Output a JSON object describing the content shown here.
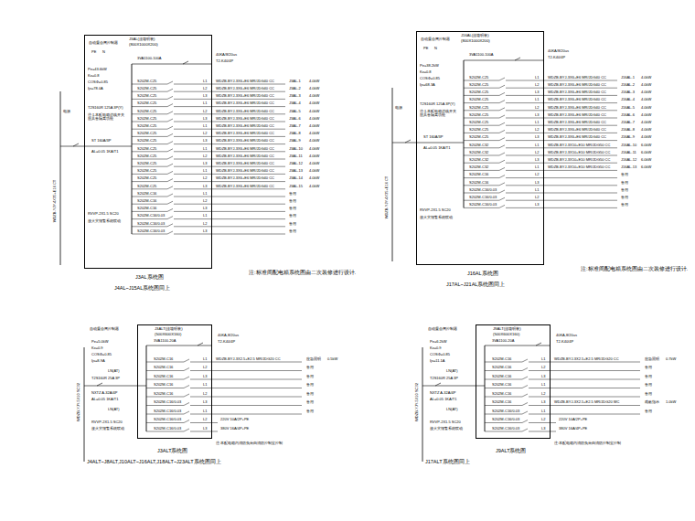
{
  "diagram": {
    "nodes": [
      {
        "text": [
          "J3AL(挂墙明装)",
          "(800X1000X200)"
        ]
      },
      {
        "text": [
          "J16AL(挂墙明装)",
          "(800X1000X200)"
        ]
      },
      {
        "text": [
          "J3ALT(挂墙明装)",
          "(500X600X160)"
        ]
      },
      {
        "text": [
          "J9ALT(挂墙明装)",
          "(500X600X160)"
        ]
      }
    ],
    "labels": [
      "自动重合闸控制器",
      "PE",
      "N",
      "Pe=43.6kW",
      "Kx=0.8",
      "COSΦ=0.85",
      "Ijs=78.0A",
      "T2S160R 125A 3P(Y)",
      "注:1.本配电箱进线开关应具备隔离功能",
      "ST 160A/3P",
      "AL=0.05 1KA/T1",
      "电源",
      "WDZB-YJY-4X35+E16 CT",
      "RVVP-2X1.5 SC20",
      "接火灾报警系统联动",
      "3VA1100-100A",
      "40KA/8/20us",
      "T2-K40/4P",
      "J3AL系统图",
      "J4AL~J15AL系统图同上",
      "注:标准间配电箱系统图由二次装修进行设计.",
      "S202M-C25",
      "L1",
      "WDZB-BYJ-3X6+E6 MR/JDG40 CC",
      "J3AL-1",
      "4.0kW",
      "S202M-C25",
      "L2",
      "WDZB-BYJ-3X6+E6 MR/JDG40 CC",
      "J3AL-2",
      "4.0kW",
      "S202M-C25",
      "L3",
      "WDZB-BYJ-3X6+E6 MR/JDG40 CC",
      "J3AL-3",
      "4.0kW",
      "S202M-C25",
      "L1",
      "WDZB-BYJ-3X6+E6 MR/JDG40 CC",
      "J3AL-4",
      "4.0kW",
      "S202M-C25",
      "L2",
      "WDZB-BYJ-3X6+E6 MR/JDG40 CC",
      "J3AL-5",
      "4.0kW",
      "S202M-C25",
      "L3",
      "WDZB-BYJ-3X6+E6 MR/JDG40 CC",
      "J3AL-6",
      "4.0kW",
      "S202M-C25",
      "L1",
      "WDZB-BYJ-3X6+E6 MR/JDG40 CC",
      "J3AL-7",
      "4.0kW",
      "S202M-C25",
      "L2",
      "WDZB-BYJ-3X6+E6 MR/JDG40 CC",
      "J3AL-8",
      "4.0kW",
      "S202M-C25",
      "L3",
      "WDZB-BYJ-3X6+E6 MR/JDG40 CC",
      "J3AL-9",
      "4.0kW",
      "S202M-C25",
      "L1",
      "WDZB-BYJ-3X6+E6 MR/JDG40 CC",
      "J3AL-10",
      "4.0kW",
      "S202M-C25",
      "L2",
      "WDZB-BYJ-3X6+E6 MR/JDG40 CC",
      "J3AL-11",
      "4.0kW",
      "S202M-C25",
      "L3",
      "WDZB-BYJ-3X6+E6 MR/JDG40 CC",
      "J3AL-12",
      "4.0kW",
      "S202M-C25",
      "L1",
      "WDZB-BYJ-3X6+E6 MR/JDG40 CC",
      "J3AL-13",
      "4.0kW",
      "S202M-C25",
      "L2",
      "WDZB-BYJ-3X6+E6 MR/JDG40 CC",
      "J3AL-14",
      "4.0kW",
      "S202M-C25",
      "L3",
      "WDZB-BYJ-3X6+E6 MR/JDG40 CC",
      "J3AL-15",
      "4.0kW",
      "S202M-C16",
      "L1",
      "备用",
      "S202M-C16",
      "L2",
      "备用",
      "S202M-C16",
      "L3",
      "备用",
      "S202M-C16/0.03",
      "L1",
      "备用",
      "S202M-C16/0.03",
      "L2",
      "备用",
      "S202M-C16/0.03",
      "L3",
      "备用",
      "自动重合闸控制器",
      "PE",
      "N",
      "Pe=38.2kW",
      "Kx=0.8",
      "COSΦ=0.85",
      "Ijs=68.3A",
      "T2S160R 125A 3P(Y)",
      "注:1.本配电箱进线开关应具备隔离功能",
      "ST 160A/3P",
      "AL=0.05 1KA/T1",
      "电源",
      "WDZB-YJY-4X35+E16 CT",
      "RVVP-2X1.5 SC20",
      "接火灾报警系统联动",
      "3VA1100-100A",
      "40KA/8/20us",
      "T2-K40/4P",
      "J16AL系统图",
      "J17AL~J21AL系统图同上",
      "注:标准间配电箱系统图由二次装修进行设计.",
      "S202M-C25",
      "L1",
      "WDZB-BYJ-3X6+E6 MR/JDG40 CC",
      "J16AL-1",
      "4.0kW",
      "S202M-C25",
      "L2",
      "WDZB-BYJ-3X6+E6 MR/JDG40 CC",
      "J16AL-2",
      "4.0kW",
      "S202M-C25",
      "L3",
      "WDZB-BYJ-3X6+E6 MR/JDG40 CC",
      "J16AL-3",
      "4.0kW",
      "S202M-C25",
      "L1",
      "WDZB-BYJ-3X6+E6 MR/JDG40 CC",
      "J16AL-4",
      "4.0kW",
      "S202M-C25",
      "L2",
      "WDZB-BYJ-3X6+E6 MR/JDG40 CC",
      "J16AL-5",
      "4.0kW",
      "S202M-C25",
      "L3",
      "WDZB-BYJ-3X6+E6 MR/JDG40 CC",
      "J16AL-6",
      "4.0kW",
      "S202M-C25",
      "L1",
      "WDZB-BYJ-3X6+E6 MR/JDG40 CC",
      "J16AL-7",
      "4.0kW",
      "S202M-C25",
      "L2",
      "WDZB-BYJ-3X6+E6 MR/JDG40 CC",
      "J16AL-8",
      "4.0kW",
      "S202M-C25",
      "L3",
      "WDZB-BYJ-3X6+E6 MR/JDG40 CC",
      "J16AL-9",
      "4.0kW",
      "S202M-C32",
      "L1",
      "WDZB-BYJ-3X10+E10 MR/JDG50 CC",
      "J16AL-10",
      "6.0kW",
      "S202M-C32",
      "L2",
      "WDZB-BYJ-3X10+E10 MR/JDG50 CC",
      "J16AL-11",
      "6.0kW",
      "S202M-C32",
      "L3",
      "WDZB-BYJ-3X10+E10 MR/JDG50 CC",
      "J16AL-12",
      "6.0kW",
      "S202M-C32",
      "L1",
      "WDZB-BYJ-3X10+E10 MR/JDG50 CC",
      "J16AL-13",
      "6.0kW",
      "S202M-C16",
      "L2",
      "备用",
      "S202M-C16",
      "L3",
      "备用",
      "S202M-C16/0.03",
      "L1",
      "备用",
      "S202M-C16/0.03",
      "L2",
      "备用",
      "S202M-C16/0.03",
      "L3",
      "备用",
      "自动重合闸控制器",
      "Pe=5.0kW",
      "Kx=0.9",
      "COSΦ=0.85",
      "Ijs=8.9A",
      "LN(AT)",
      "T2S160R 25A 3P",
      "NXTZ A-32A/4P",
      "AL=0.05 1KA/T1",
      "LN(AT)",
      "WDZB-YJY-5X10 SC32",
      "RVVP-2X1.5 SC20",
      "接火灾报警系统联动",
      "3VA1100-20A",
      "40KA,8/20us",
      "T2-K40/4P",
      "J3ALT系统图",
      "J4ALT~J8ALT,J10ALT~J16ALT,J18ALT~J23ALT系统图同上",
      "注:本配电箱内消防负荷由消防控制室控制",
      "S202M-C16",
      "L1",
      "WDZB-BYJ-3X2.5+E2.5 MR/JDG20 CC",
      "应急照明",
      "0.5kW",
      "S202M-C16",
      "L2",
      "备用",
      "S202M-C16",
      "L3",
      "备用",
      "S202M-C16",
      "L1",
      "备用",
      "S202M-C16",
      "L2",
      "备用",
      "S202M-C16/0.03",
      "L3",
      "备用",
      "S202M-C16/0.03",
      "L1",
      "备用",
      "S202M-C16/0.03",
      "L2",
      "220V 10A/2P+PE",
      "S202M-C16/0.03",
      "L3",
      "380V 16A/4P+PE",
      "自动重合闸控制器",
      "Pe=6.2kW",
      "Kx=0.9",
      "COSΦ=0.85",
      "Ijs=11.1A",
      "LN(AT)",
      "T2S160R 25A 3P",
      "NXTZ A-32A/4P",
      "AL=0.05 1KA/T1",
      "LN(AT)",
      "WDZB-YJY-5X10 SC32",
      "RVVP-2X1.5 SC20",
      "接火灾报警系统联动",
      "3VA1100-20A",
      "40KA,8/20us",
      "T2-K40/4P",
      "J9ALT系统图",
      "J17ALT系统图同上",
      "注:本配电箱内消防负荷由消防控制室控制",
      "S202M-C16",
      "L1",
      "WDZB-BYJ-3X2.5+E2.5 MR/JDG20 CC",
      "应急照明",
      "0.7kW",
      "S202M-C16",
      "L2",
      "备用",
      "S202M-C16",
      "L3",
      "备用",
      "S202M-C16",
      "L1",
      "备用",
      "S202M-C16",
      "L2",
      "备用",
      "S202M-C16",
      "L3",
      "WDZB-BYJ-3X2.5+E2.5 MR/JDG20 WC",
      "疏散指示",
      "1.0kW",
      "S202M-C16/0.03",
      "L1",
      "备用",
      "S202M-C16/0.03",
      "L2",
      "220V 10A/2P+PE",
      "S202M-C16/0.03",
      "L3",
      "380V 16A/4P+PE"
    ]
  }
}
